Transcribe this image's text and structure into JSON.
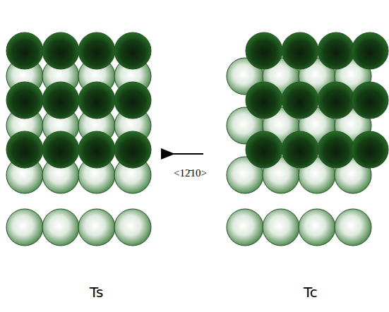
{
  "diagram": {
    "labels": [
      "Ts",
      "Tc",
      "<12̄10>"
    ]
  }
}
